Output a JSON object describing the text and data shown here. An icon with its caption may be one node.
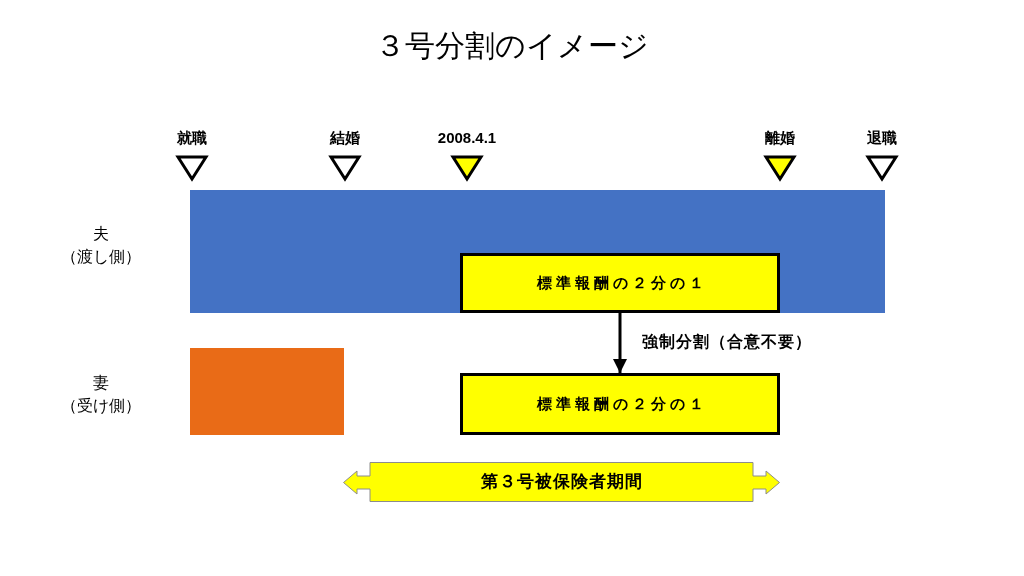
{
  "diagram": {
    "title": "３号分割のイメージ",
    "nodes": [
      {
        "text": [],
        "shape": "bar",
        "beside": [
          "夫（渡し側）"
        ]
      },
      {
        "text": [
          "標準報酬の２分の１"
        ],
        "in": 0
      },
      {
        "text": [],
        "shape": "bar",
        "beside": [
          "妻（受け側）"
        ]
      },
      {
        "text": [
          "標準報酬の２分の１"
        ]
      },
      {
        "text": [
          "第３号被保険者期間"
        ]
      }
    ],
    "edges": [
      {
        "from": 1,
        "to": 3,
        "arrow": "to",
        "label": "強制分割（合意不要）"
      }
    ],
    "labels": [
      "就職",
      "結婚",
      "2008.4.1",
      "離婚",
      "退職"
    ]
  }
}
